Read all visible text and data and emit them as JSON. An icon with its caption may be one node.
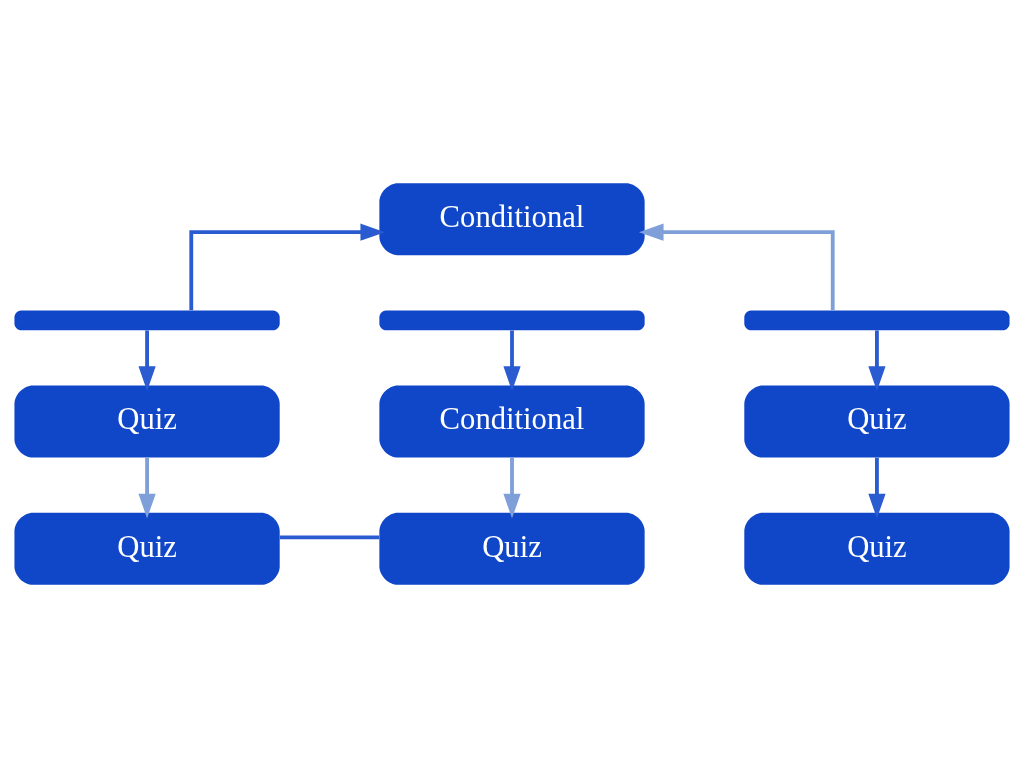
{
  "diagram": {
    "nodes": [
      {
        "text": [
          "Conditional"
        ]
      },
      {
        "text": [],
        "shape": "bar"
      },
      {
        "text": [],
        "shape": "bar"
      },
      {
        "text": [],
        "shape": "bar"
      },
      {
        "text": [
          "Quiz"
        ]
      },
      {
        "text": [
          "Conditional"
        ]
      },
      {
        "text": [
          "Quiz"
        ]
      },
      {
        "text": [
          "Quiz"
        ]
      },
      {
        "text": [
          "Quiz"
        ]
      },
      {
        "text": [
          "Quiz"
        ]
      }
    ],
    "edges": [
      {
        "from": 1,
        "to": 0,
        "arrow": "to"
      },
      {
        "from": 3,
        "to": 0,
        "arrow": "to",
        "color": "#7f9fd9"
      },
      {
        "from": 1,
        "to": 4,
        "arrow": "to"
      },
      {
        "from": 2,
        "to": 5,
        "arrow": "to"
      },
      {
        "from": 3,
        "to": 6,
        "arrow": "to"
      },
      {
        "from": 4,
        "to": 7,
        "arrow": "to",
        "color": "#7f9fd9"
      },
      {
        "from": 5,
        "to": 8,
        "arrow": "to",
        "color": "#7f9fd9"
      },
      {
        "from": 6,
        "to": 9,
        "arrow": "to"
      },
      {
        "from": 7,
        "to": 8,
        "arrow": "none"
      }
    ]
  }
}
